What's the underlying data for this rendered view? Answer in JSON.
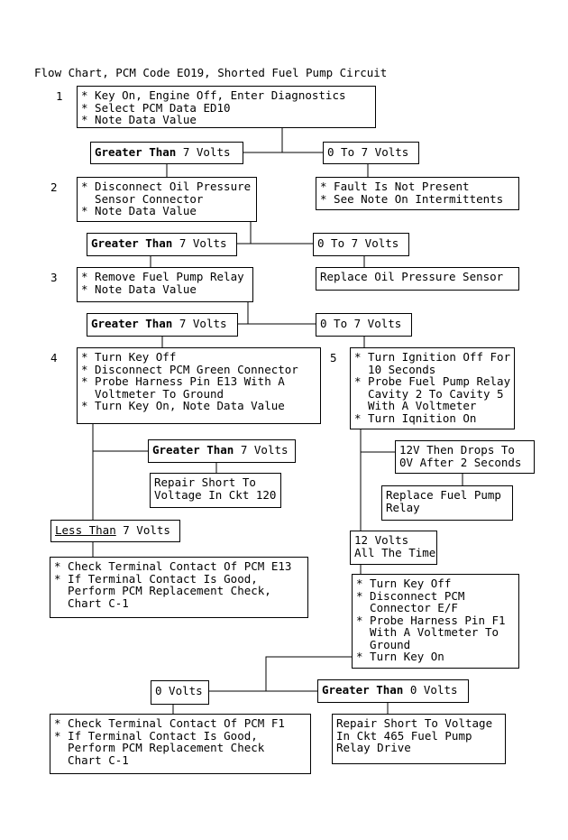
{
  "title": "Flow Chart, PCM Code EO19, Shorted Fuel Pump Circuit",
  "colors": {
    "background": "#ffffff",
    "line": "#000000",
    "text": "#000000"
  },
  "step_labels": {
    "s1": "1",
    "s2": "2",
    "s3": "3",
    "s4": "4",
    "s5": "5"
  },
  "nodes": {
    "step1": "* Key On, Engine Off, Enter Diagnostics\n* Select PCM Data ED10\n* Note Data Value",
    "gt7_1": {
      "bold": "Greater Than",
      "rest": " 7 Volts"
    },
    "v07_1": "0 To 7 Volts",
    "step2": "* Disconnect Oil Pressure\n  Sensor Connector\n* Note Data Value",
    "fault_not_present": "* Fault Is Not Present\n* See Note On Intermittents",
    "gt7_2": {
      "bold": "Greater Than",
      "rest": " 7 Volts"
    },
    "v07_2": "0 To 7 Volts",
    "step3": "* Remove Fuel Pump Relay\n* Note Data Value",
    "replace_oil_pressure_sensor": "Replace Oil Pressure Sensor",
    "gt7_3": {
      "bold": "Greater Than",
      "rest": " 7 Volts"
    },
    "v07_3": "0 To 7 Volts",
    "step4": "* Turn Key Off\n* Disconnect PCM Green Connector\n* Probe Harness Pin E13 With A\n  Voltmeter To Ground\n* Turn Key On, Note Data Value",
    "step5": "* Turn Ignition Off For\n  10 Seconds\n* Probe Fuel Pump Relay\n  Cavity 2 To Cavity 5\n  With A Voltmeter\n* Turn Iqnition On",
    "gt7_4": {
      "bold": "Greater Than",
      "rest": " 7 Volts"
    },
    "repair_ckt120": "Repair Short To\nVoltage In Ckt 120",
    "lt7": {
      "underline": "Less Than",
      "rest": " 7 Volts"
    },
    "check_e13": "* Check Terminal Contact Of PCM E13\n* If Terminal Contact Is Good,\n  Perform PCM Replacement Check,\n  Chart C-1",
    "drops_12v": "12V Then Drops To\n0V After 2 Seconds",
    "replace_relay": "Replace Fuel Pump\nRelay",
    "volts12_all_time": "12 Volts\nAll The Time",
    "step6": "* Turn Key Off\n* Disconnect PCM\n  Connector E/F\n* Probe Harness Pin F1\n  With A Voltmeter To\n  Ground\n* Turn Key On",
    "v0": "0 Volts",
    "gt0": {
      "bold": "Greater Than",
      "rest": " 0 Volts"
    },
    "check_f1": "* Check Terminal Contact Of PCM F1\n* If Terminal Contact Is Good,\n  Perform PCM Replacement Check\n  Chart C-1",
    "repair_ckt465": "Repair Short To Voltage\nIn Ckt 465 Fuel Pump\nRelay Drive"
  }
}
